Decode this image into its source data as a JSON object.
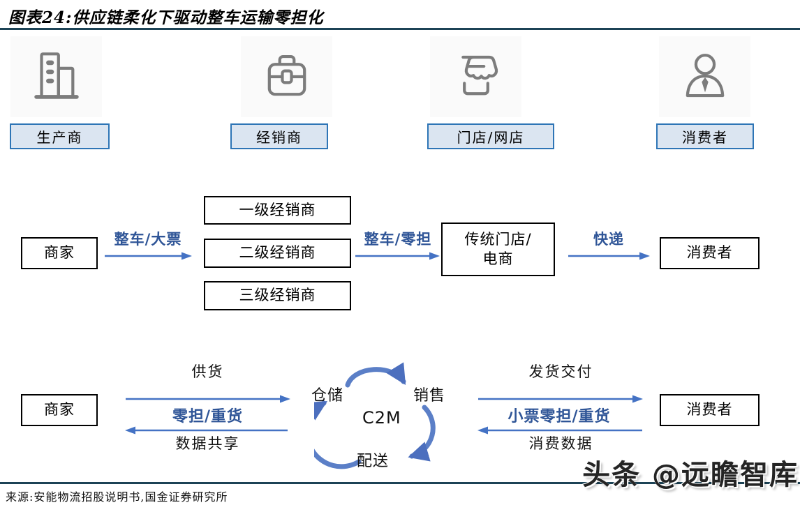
{
  "colors": {
    "accent_text_blue": "#2F5597",
    "arrow_blue": "#4472C4",
    "cycle_arrow_blue": "#5B7FC7",
    "pill_fill": "#DBE5F1",
    "pill_border": "#2E75B6",
    "icon_gray": "#7C7C7C",
    "rule_dark": "#1C4356"
  },
  "header": {
    "title": "图表24:供应链柔化下驱动整车运输零担化"
  },
  "top_row": {
    "entities": [
      {
        "icon": "factory-building-icon",
        "label": "生产商"
      },
      {
        "icon": "briefcase-icon",
        "label": "经销商"
      },
      {
        "icon": "storefront-icon",
        "label": "门店/网店"
      },
      {
        "icon": "consumer-person-icon",
        "label": "消费者"
      }
    ]
  },
  "traditional_flow": {
    "merchant": "商家",
    "arrow_truck_bigticket": "整车/大票",
    "dealer_tiers": [
      "一级经销商",
      "二级经销商",
      "三级经销商"
    ],
    "arrow_truck_ltl": "整车/零担",
    "store_line1": "传统门店/",
    "store_line2": "电商",
    "arrow_express": "快递",
    "consumer": "消费者"
  },
  "c2m_flow": {
    "merchant": "商家",
    "supply": "供货",
    "ltl_heavy": "零担/重货",
    "data_sharing": "数据共享",
    "cycle": {
      "warehouse": "仓储",
      "sales": "销售",
      "dispatch": "配送",
      "center": "C2M"
    },
    "delivery": "发货交付",
    "small_ltl_heavy": "小票零担/重货",
    "consumption_data": "消费数据",
    "consumer": "消费者"
  },
  "footer": {
    "source": "来源:安能物流招股说明书,国金证券研究所",
    "watermark": "头条 @远瞻智库"
  }
}
